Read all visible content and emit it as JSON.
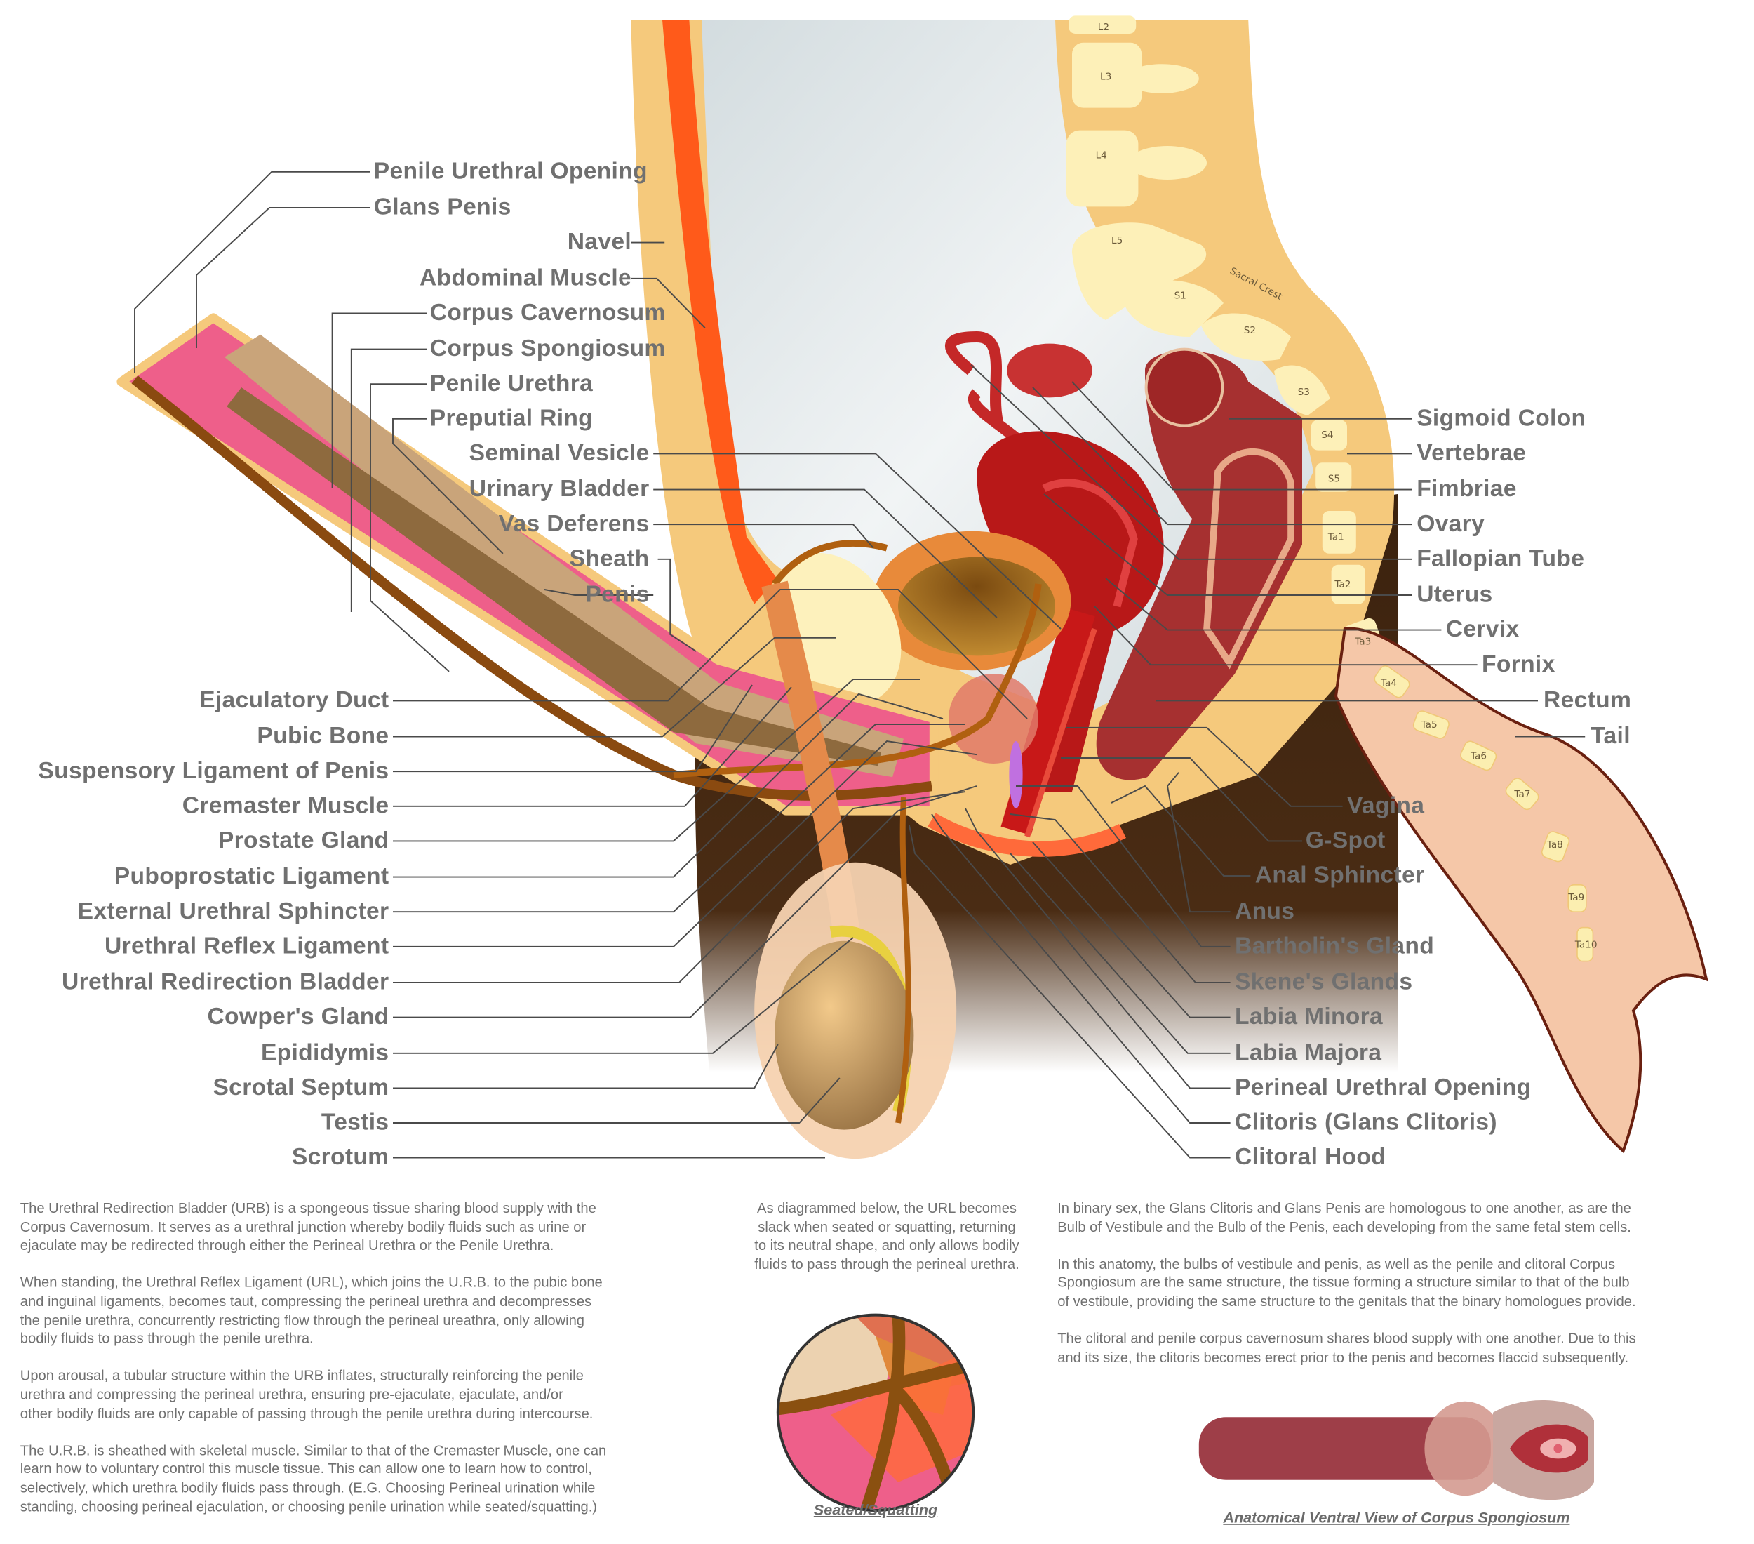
{
  "labels_left_top": [
    "Penile Urethral Opening",
    "Glans Penis"
  ],
  "labels_left_mid_right": [
    "Navel",
    "Abdominal Muscle"
  ],
  "labels_left_mid": [
    "Corpus Cavernosum",
    "Corpus Spongiosum",
    "Penile Urethra",
    "Preputial Ring"
  ],
  "labels_center_right": [
    "Seminal Vesicle",
    "Urinary Bladder",
    "Vas Deferens",
    "Sheath",
    "Penis"
  ],
  "labels_left_bottom": [
    "Ejaculatory Duct",
    "Pubic Bone",
    "Suspensory Ligament of Penis",
    "Cremaster Muscle",
    "Prostate Gland",
    "Puboprostatic Ligament",
    "External Urethral Sphincter",
    "Urethral Reflex Ligament",
    "Urethral Redirection Bladder",
    "Cowper's Gland",
    "Epididymis",
    "Scrotal Septum",
    "Testis",
    "Scrotum"
  ],
  "labels_right_top": [
    "Sigmoid Colon",
    "Vertebrae",
    "Fimbriae",
    "Ovary",
    "Fallopian Tube",
    "Uterus",
    "Cervix",
    "Fornix",
    "Rectum",
    "Tail"
  ],
  "labels_right_bottom": [
    "Vagina",
    "G-Spot",
    "Anal Sphincter",
    "Anus",
    "Bartholin's Gland",
    "Skene's Glands",
    "Labia Minora",
    "Labia Majora",
    "Perineal Urethral Opening",
    "Clitoris (Glans Clitoris)",
    "Clitoral Hood"
  ],
  "spine": {
    "vertebrae": [
      "L2",
      "L3",
      "L4",
      "L5",
      "S1",
      "S2",
      "S3",
      "S4",
      "S5",
      "Ta1",
      "Ta2",
      "Ta3",
      "Ta4",
      "Ta5",
      "Ta6",
      "Ta7",
      "Ta8",
      "Ta9",
      "Ta10"
    ],
    "sacral_crest": "Sacral Crest"
  },
  "text_left": [
    [
      "The Urethral Redirection Bladder (URB) is a spongeous tissue sharing blood supply with the",
      "Corpus Cavernosum. It serves as a urethral junction whereby bodily fluids such as urine or",
      "ejaculate may be redirected through either the Perineal Urethra or the Penile Urethra."
    ],
    [
      "When standing, the Urethral Reflex Ligament (URL), which joins the U.R.B. to the pubic bone",
      "and inguinal ligaments, becomes taut, compressing the perineal urethra and decompresses",
      "the penile urethra, concurrently restricting flow through the perineal ureathra, only allowing",
      "bodily fluids to pass through the penile urethra."
    ],
    [
      "Upon arousal, a tubular structure within the URB inflates, structurally reinforcing the penile",
      "urethra and compressing the perineal urethra, ensuring pre-ejaculate, ejaculate, and/or",
      "other bodily fluids are only capable of passing through the penile urethra during intercourse."
    ],
    [
      "The U.R.B. is sheathed with skeletal muscle. Similar to that of the Cremaster Muscle, one can",
      "learn how to voluntary control this muscle tissue. This can allow one to learn how to control,",
      "selectively, which urethra bodily fluids pass through. (E.G. Choosing Perineal urination while",
      "standing, choosing perineal ejaculation, or choosing penile urination while seated/squatting.)"
    ]
  ],
  "text_middle": [
    "As diagrammed below, the URL becomes",
    "slack when seated or squatting, returning",
    "to its neutral shape, and only allows bodily",
    "fluids to pass through the perineal urethra."
  ],
  "text_right": [
    [
      "In binary sex, the Glans Clitoris and Glans Penis are homologous to one another, as are the",
      "Bulb of Vestibule and the Bulb of the Penis, each developing from the same fetal stem cells."
    ],
    [
      "In this anatomy, the bulbs of vestibule and penis, as well as the penile and clitoral Corpus",
      "Spongiosum are the same structure, the tissue forming a structure similar to that of the bulb",
      "of vestibule, providing the same structure to the genitals that the binary homologues provide."
    ],
    [
      "The clitoral and penile corpus cavernosum shares blood supply with one another. Due to this",
      "and its size, the clitoris becomes erect prior to the penis and becomes flaccid subsequently."
    ]
  ],
  "captions": {
    "seated": "Seated/Squatting",
    "ventral": "Anatomical Ventral View of Corpus Spongiosum"
  },
  "colors": {
    "label": "#707070",
    "skin": "#ee5f8a",
    "bone": "#f5c97c",
    "muscle": "#ff5a1a",
    "uterus": "#b81818",
    "tail": "#f5c7a8"
  }
}
